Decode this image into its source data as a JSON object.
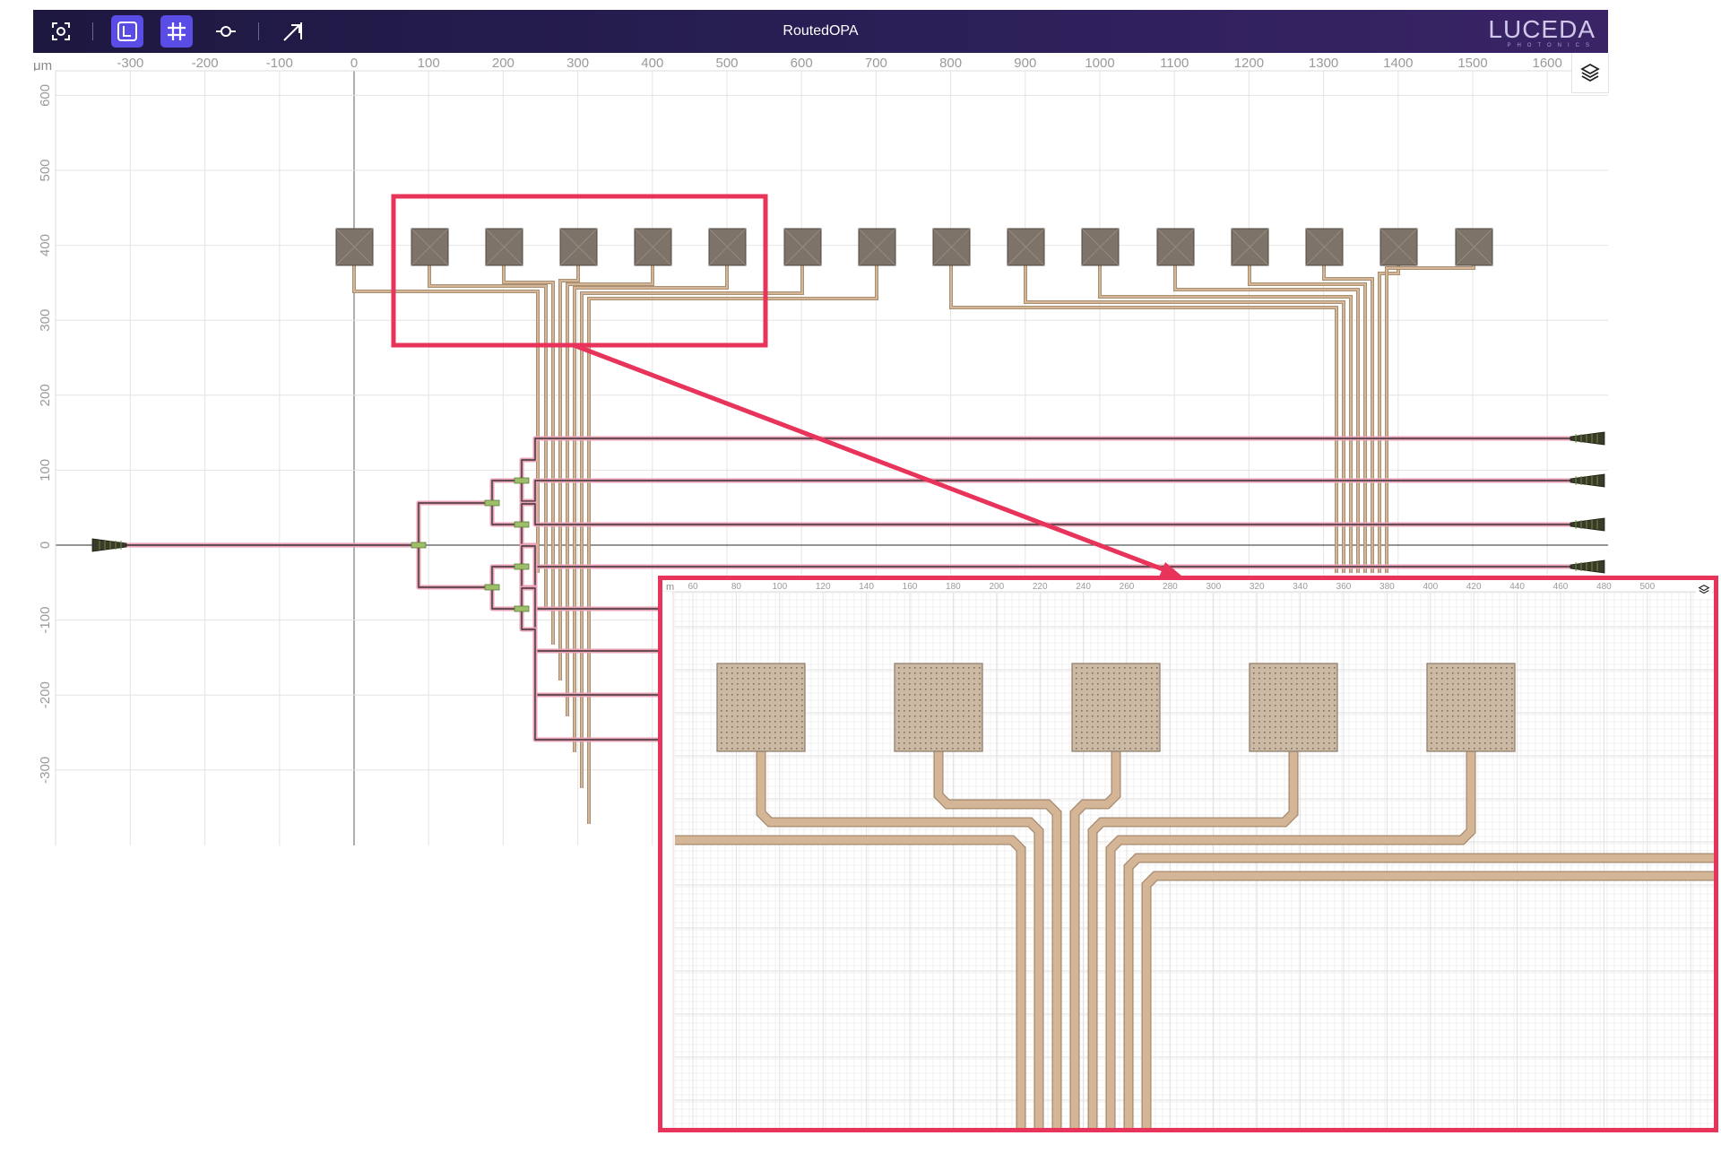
{
  "window": {
    "title": "RoutedOPA"
  },
  "brand": {
    "name": "LUCEDA",
    "subtitle": "PHOTONICS"
  },
  "toolbar": {
    "buttons": [
      {
        "icon": "fit-view-icon",
        "active": false
      },
      {
        "icon": "layout-l-icon",
        "active": true
      },
      {
        "icon": "grid-icon",
        "active": true
      },
      {
        "icon": "port-icon",
        "active": false
      },
      {
        "icon": "measure-arrow-icon",
        "active": false
      }
    ]
  },
  "ruler": {
    "unit": "μm",
    "x_labels": [
      "-300",
      "-200",
      "-100",
      "0",
      "100",
      "200",
      "300",
      "400",
      "500",
      "600",
      "700",
      "800",
      "900",
      "1000",
      "1100",
      "1200",
      "1300",
      "1400",
      "1500",
      "1600"
    ],
    "y_labels": [
      "600",
      "500",
      "400",
      "300",
      "200",
      "100",
      "0",
      "-100",
      "-200",
      "-300"
    ]
  },
  "zoom_ruler": {
    "unit": "m",
    "x_labels": [
      "60",
      "80",
      "100",
      "120",
      "140",
      "160",
      "180",
      "200",
      "220",
      "240",
      "260",
      "280",
      "300",
      "320",
      "340",
      "360",
      "380",
      "400",
      "420",
      "440",
      "460",
      "480",
      "500"
    ]
  },
  "colors": {
    "toolbar_bg": "#231b4a",
    "accent": "#5a4de6",
    "highlight": "#e8335a",
    "metal": "#d4b596",
    "metal_edge": "#a58a6e",
    "pad": "#7d7368",
    "waveguide": "#e9a2b5",
    "waveguide_core": "#3a3335"
  }
}
